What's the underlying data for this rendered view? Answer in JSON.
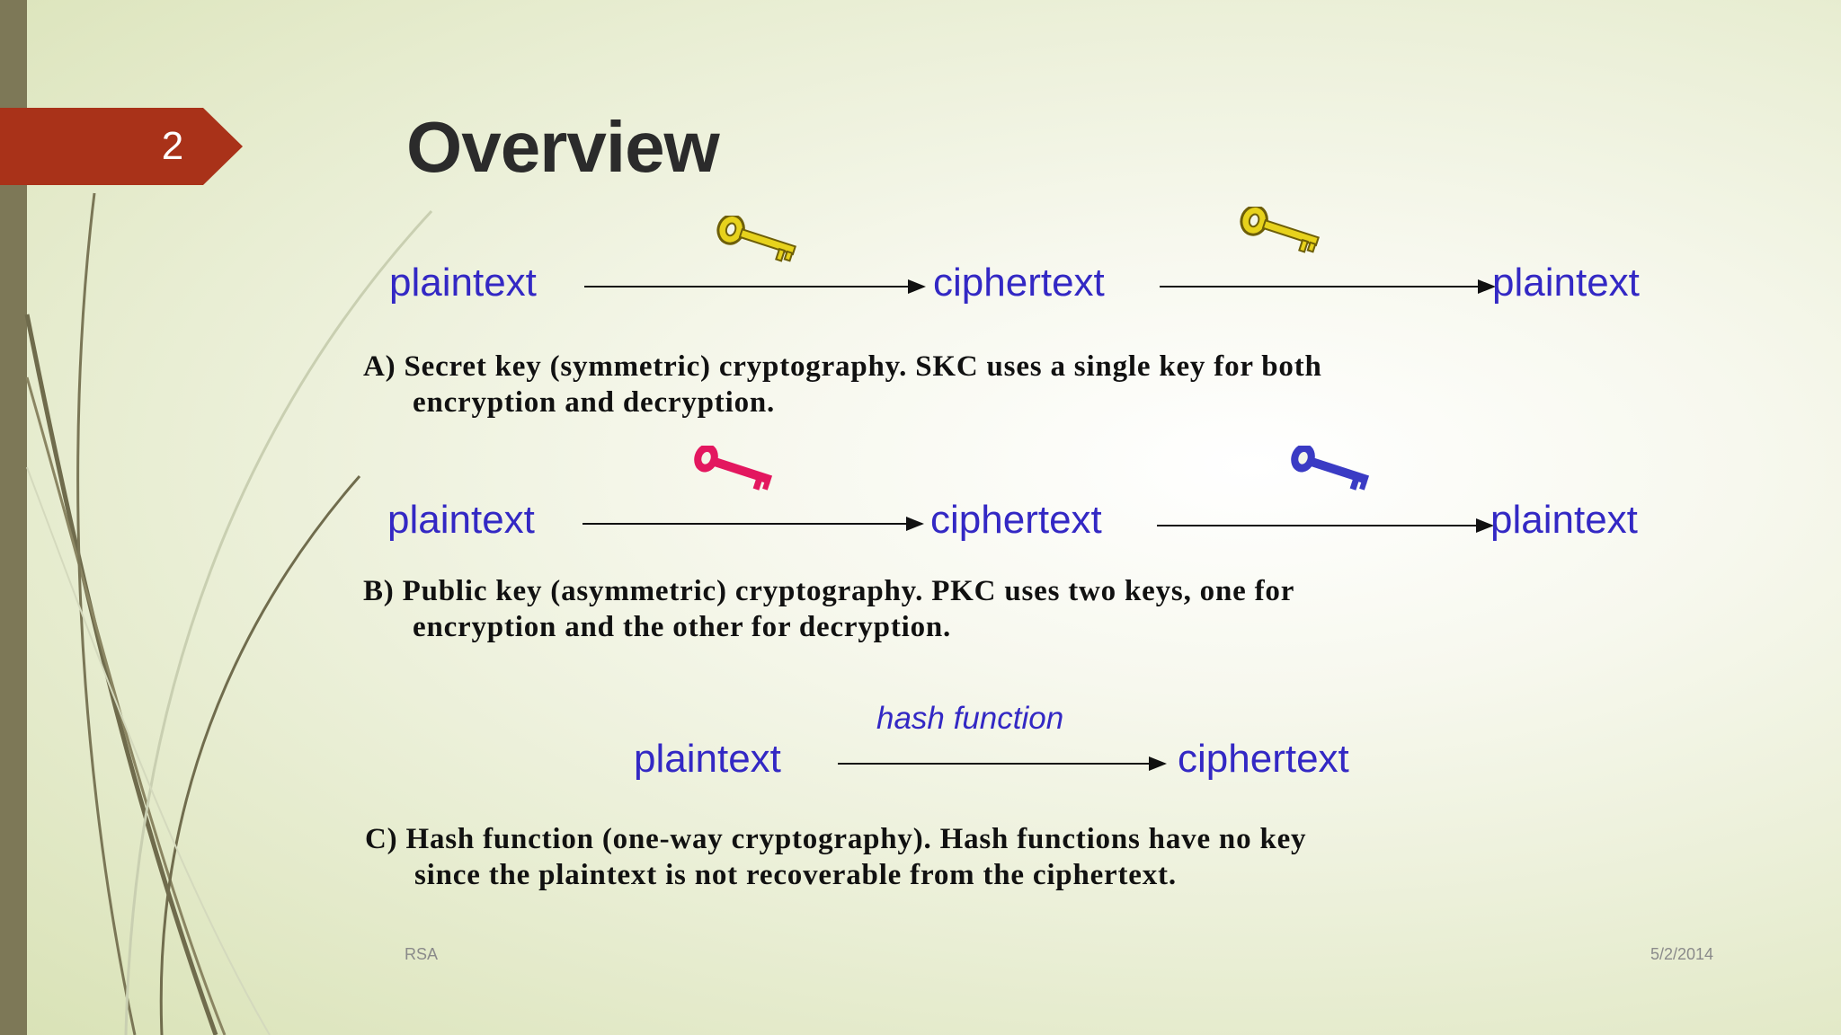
{
  "slide": {
    "number": "2",
    "title": "Overview"
  },
  "diagram": {
    "rows": [
      {
        "from": "plaintext",
        "middle": "ciphertext",
        "to": "plaintext",
        "key1_icon": "yellow-key-icon",
        "key2_icon": "yellow-key-icon",
        "key1_color": "#e7d21c",
        "key2_color": "#e7d21c"
      },
      {
        "from": "plaintext",
        "middle": "ciphertext",
        "to": "plaintext",
        "key1_icon": "pink-key-icon",
        "key2_icon": "blue-key-icon",
        "key1_color": "#e3175f",
        "key2_color": "#3a3bc4"
      },
      {
        "from": "plaintext",
        "to": "ciphertext",
        "label": "hash function"
      }
    ],
    "captions": {
      "a_line1": "A) Secret key (symmetric) cryptography. SKC uses a single key for both",
      "a_line2": "encryption and decryption.",
      "b_line1": "B) Public key (asymmetric) cryptography. PKC uses two keys, one for",
      "b_line2": "encryption and the other for decryption.",
      "c_line1": "C) Hash function (one-way cryptography). Hash functions have no key",
      "c_line2": "since the plaintext is not recoverable from the ciphertext."
    }
  },
  "footer": {
    "left": "RSA",
    "right": "5/2/2014"
  },
  "colors": {
    "accent": "#a93219",
    "diagram_text": "#3328c4",
    "side_bar": "#7d7857"
  }
}
